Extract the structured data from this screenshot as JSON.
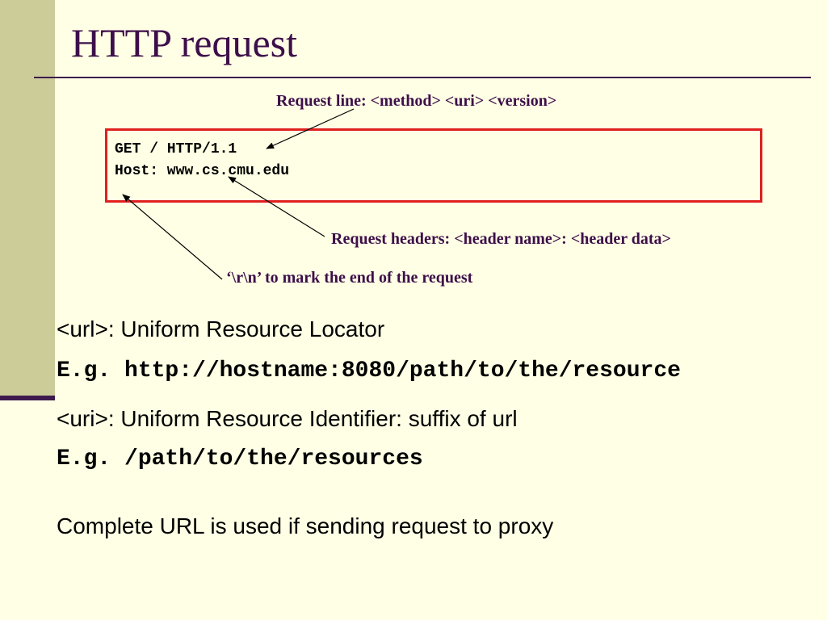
{
  "title": "HTTP request",
  "annotations": {
    "request_line": "Request line: <method> <uri> <version>",
    "request_headers": "Request headers: <header name>: <header data>",
    "end_marker": "‘\\r\\n’ to mark the end of the request"
  },
  "request_box": {
    "lines": [
      "GET / HTTP/1.1",
      "Host: www.cs.cmu.edu"
    ]
  },
  "body": {
    "url_def": "<url>: Uniform Resource Locator",
    "url_example": "E.g. http://hostname:8080/path/to/the/resource",
    "uri_def": "<uri>: Uniform Resource Identifier: suffix of url",
    "uri_example": "E.g. /path/to/the/resources",
    "proxy_note": "Complete URL is used if sending request to proxy"
  },
  "colors": {
    "background": "#ffffe5",
    "sidebar": "#cccc99",
    "title": "#3d0f4a",
    "box_border": "#e02020"
  }
}
